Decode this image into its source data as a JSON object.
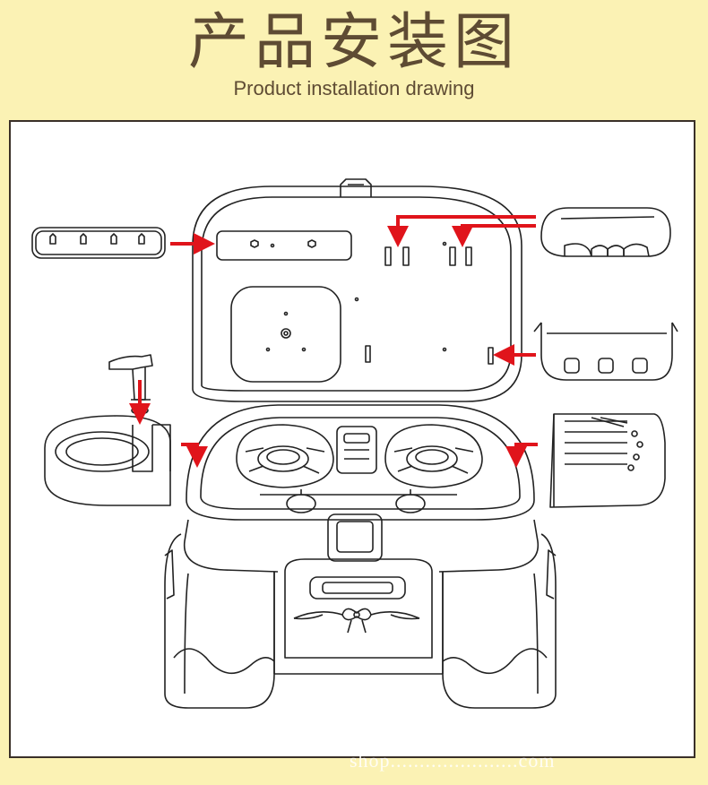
{
  "header": {
    "title": "产品安装图",
    "subtitle": "Product installation drawing"
  },
  "colors": {
    "background": "#fbf2b4",
    "title_text": "#5e4b33",
    "line": "#222222",
    "arrow": "#e0141b"
  },
  "watermark": "shop......................com"
}
